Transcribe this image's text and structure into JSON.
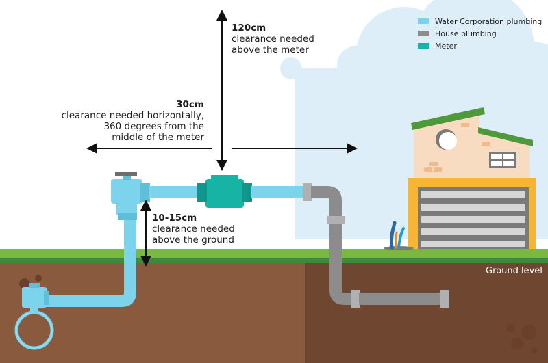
{
  "legend": {
    "items": [
      {
        "label": "Water Corporation plumbing",
        "color": "#7cd3ec"
      },
      {
        "label": "House plumbing",
        "color": "#8c8c8c"
      },
      {
        "label": "Meter",
        "color": "#17b3a4"
      }
    ]
  },
  "annotations": {
    "top": {
      "value": "120cm",
      "text_line1": "clearance needed",
      "text_line2": "above the meter"
    },
    "horizontal": {
      "value": "30cm",
      "text_line1": "clearance needed horizontally,",
      "text_line2": "360 degrees from the",
      "text_line3": "middle of the meter"
    },
    "ground": {
      "value": "10-15cm",
      "text_line1": "clearance needed",
      "text_line2": "above the ground"
    },
    "ground_level": "Ground level"
  },
  "colors": {
    "sky_cloud": "#deeef8",
    "grass": "#7ab840",
    "soil": "#8a5a3e",
    "soil_dark": "#6f4630",
    "water_pipe": "#7cd3ec",
    "house_pipe": "#8c8c8c",
    "meter": "#17b3a4",
    "house_wall": "#f7dcc1",
    "roof": "#4e9a3a",
    "garage_frame": "#f7b533"
  }
}
